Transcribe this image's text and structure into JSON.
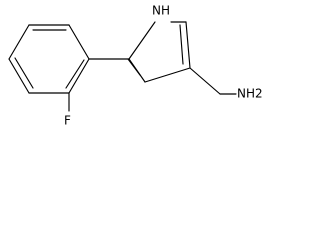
{
  "structure": {
    "atoms": {
      "nh": "NH",
      "f": "F",
      "nh2": "NH2"
    }
  }
}
